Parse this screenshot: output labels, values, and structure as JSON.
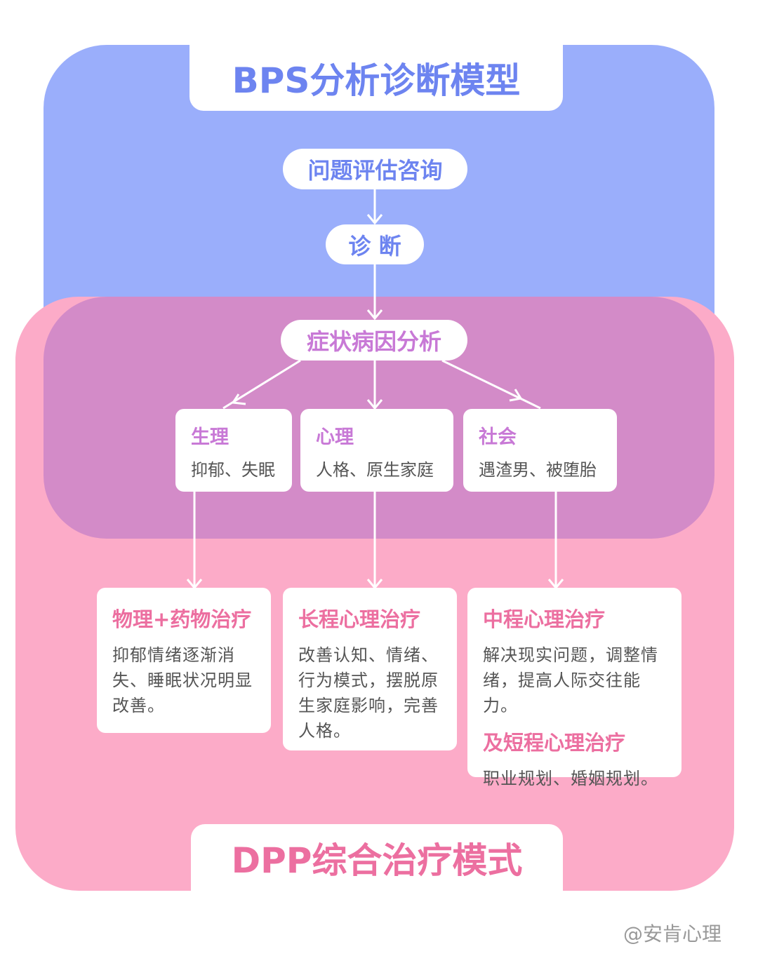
{
  "top_title": "BPS分析诊断模型",
  "bottom_title": "DPP综合治疗模式",
  "flow": {
    "step1": "问题评估咨询",
    "step2": "诊 断",
    "step3": "症状病因分析"
  },
  "factors": [
    {
      "title": "生理",
      "text": "抑郁、失眠"
    },
    {
      "title": "心理",
      "text": "人格、原生家庭"
    },
    {
      "title": "社会",
      "text": "遇渣男、被堕胎"
    }
  ],
  "treatments": [
    {
      "title": "物理+药物治疗",
      "text": "抑郁情绪逐渐消失、睡眠状况明显改善。"
    },
    {
      "title": "长程心理治疗",
      "text": "改善认知、情绪、行为模式，摆脱原生家庭影响，完善人格。"
    },
    {
      "title": "中程心理治疗",
      "text": "解决现实问题，调整情绪，提高人际交往能力。",
      "title2": "及短程心理治疗",
      "text2": "职业规划、婚姻规划。"
    }
  ],
  "watermark": "@安肯心理",
  "colors": {
    "blue_region": "#9aaefb",
    "pink_region": "#fcabc8",
    "overlap_region": "#d38bc8",
    "blue_text": "#6d84f0",
    "pink_text": "#ec6fa0",
    "purple_text": "#c879d6"
  }
}
